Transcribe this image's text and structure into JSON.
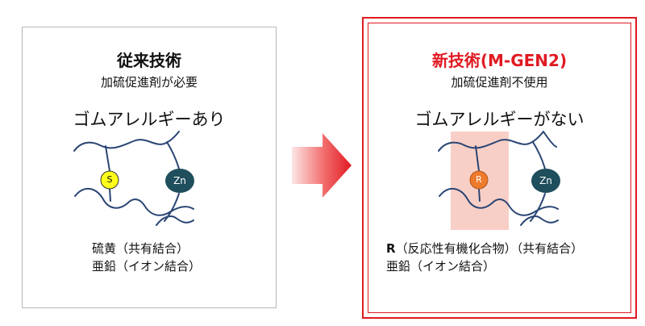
{
  "colors": {
    "accent_red": "#e01a22",
    "sulfur": "#ffff1a",
    "zinc": "#1f4e5c",
    "r_group": "#ee7a2c",
    "chain": "#2a4574",
    "highlight": "#f8cfc6"
  },
  "old": {
    "title": "従来技術",
    "subtitle": "加硫促進剤が必要",
    "allergy": "ゴムアレルギーあり",
    "node_s": "S",
    "node_zn": "Zn",
    "bond_line1": "硫黄（共有結合）",
    "bond_line2": "亜鉛（イオン結合）"
  },
  "new": {
    "title": "新技術(M-GEN2)",
    "subtitle": "加硫促進剤不使用",
    "allergy": "ゴムアレルギーがない",
    "node_r": "R",
    "node_zn": "Zn",
    "bond_line1_bold": "R",
    "bond_line1_rest": "（反応性有機化合物）（共有結合）",
    "bond_line2": "亜鉛（イオン結合）"
  },
  "arrow_icon": "right-arrow-gradient-icon"
}
